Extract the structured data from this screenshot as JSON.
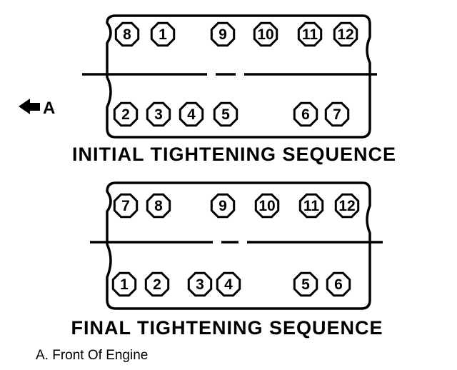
{
  "diagram": {
    "front_marker": "A",
    "footnote": "A.  Front Of Engine",
    "panels": [
      {
        "title": "INITIAL TIGHTENING SEQUENCE",
        "top_row": [
          "8",
          "1",
          "9",
          "10",
          "11",
          "12"
        ],
        "bottom_row": [
          "2",
          "3",
          "4",
          "5",
          "6",
          "7"
        ]
      },
      {
        "title": "FINAL TIGHTENING SEQUENCE",
        "top_row": [
          "7",
          "8",
          "9",
          "10",
          "11",
          "12"
        ],
        "bottom_row": [
          "1",
          "2",
          "3",
          "4",
          "5",
          "6"
        ]
      }
    ]
  }
}
